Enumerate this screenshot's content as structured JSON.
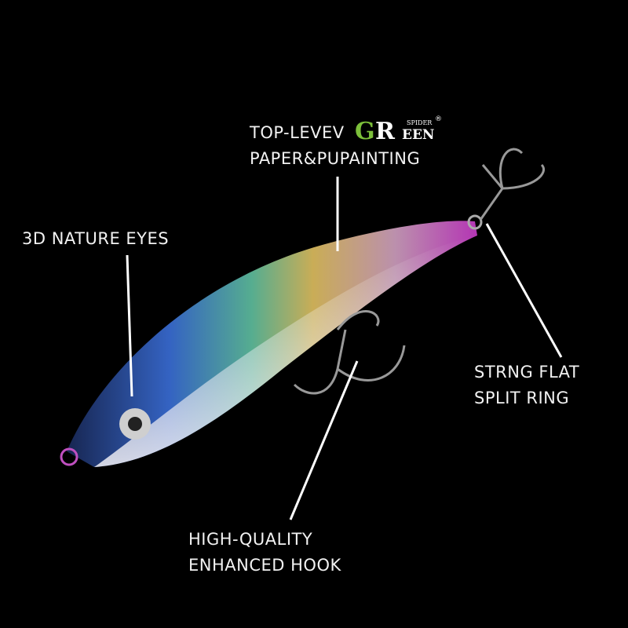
{
  "callouts": {
    "painting": {
      "line1": "TOP-LEVEV",
      "line2": "PAPER&PUPAINTING"
    },
    "eyes": {
      "line1": "3D NATURE EYES"
    },
    "split_ring": {
      "line1": "STRNG FLAT",
      "line2": "SPLIT RING"
    },
    "hook": {
      "line1": "HIGH-QUALITY",
      "line2": "ENHANCED HOOK"
    }
  },
  "logo": {
    "g": "G",
    "r": "R",
    "spider": "SPIDER",
    "een": "EEN",
    "reg": "®"
  },
  "colors": {
    "background": "#000000",
    "text": "#f2f2f2",
    "logo_green": "#7cbf3a",
    "lure_pink": "#c83cc8",
    "lure_blue": "#3a6ed8"
  }
}
